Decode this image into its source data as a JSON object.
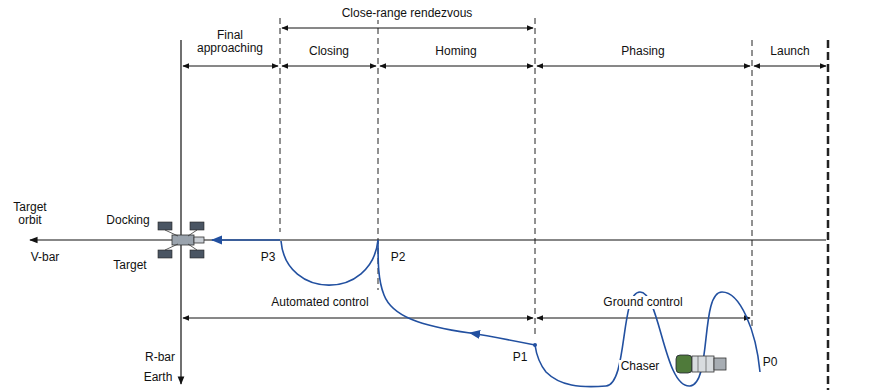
{
  "diagram": {
    "labels": [
      "Close-range rendezvous",
      "Final approaching",
      "Closing",
      "Homing",
      "Phasing",
      "Launch",
      "Target orbit",
      "V-bar",
      "Docking",
      "Target",
      "P3",
      "P2",
      "Automated control",
      "Ground control",
      "P1",
      "Chaser",
      "P0",
      "R-bar",
      "Earth"
    ]
  }
}
